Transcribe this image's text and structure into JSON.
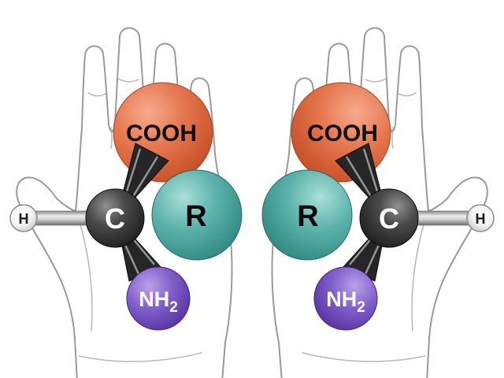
{
  "left": {
    "cooh": "COOH",
    "r": "R",
    "c": "C",
    "h": "H",
    "nh2_main": "NH",
    "nh2_sub": "2"
  },
  "right": {
    "cooh": "COOH",
    "r": "R",
    "c": "C",
    "h": "H",
    "nh2_main": "NH",
    "nh2_sub": "2"
  },
  "colors": {
    "cooh_sphere": "#d9603a",
    "r_sphere": "#4fa9a2",
    "nh2_sphere": "#6a44b4",
    "carbon_sphere": "#3d3d3d",
    "hydrogen_sphere": "#ffffff",
    "bond_gray": "#9a9a9a",
    "hand_outline": "#9a9a9a",
    "background": "#ffffff"
  }
}
